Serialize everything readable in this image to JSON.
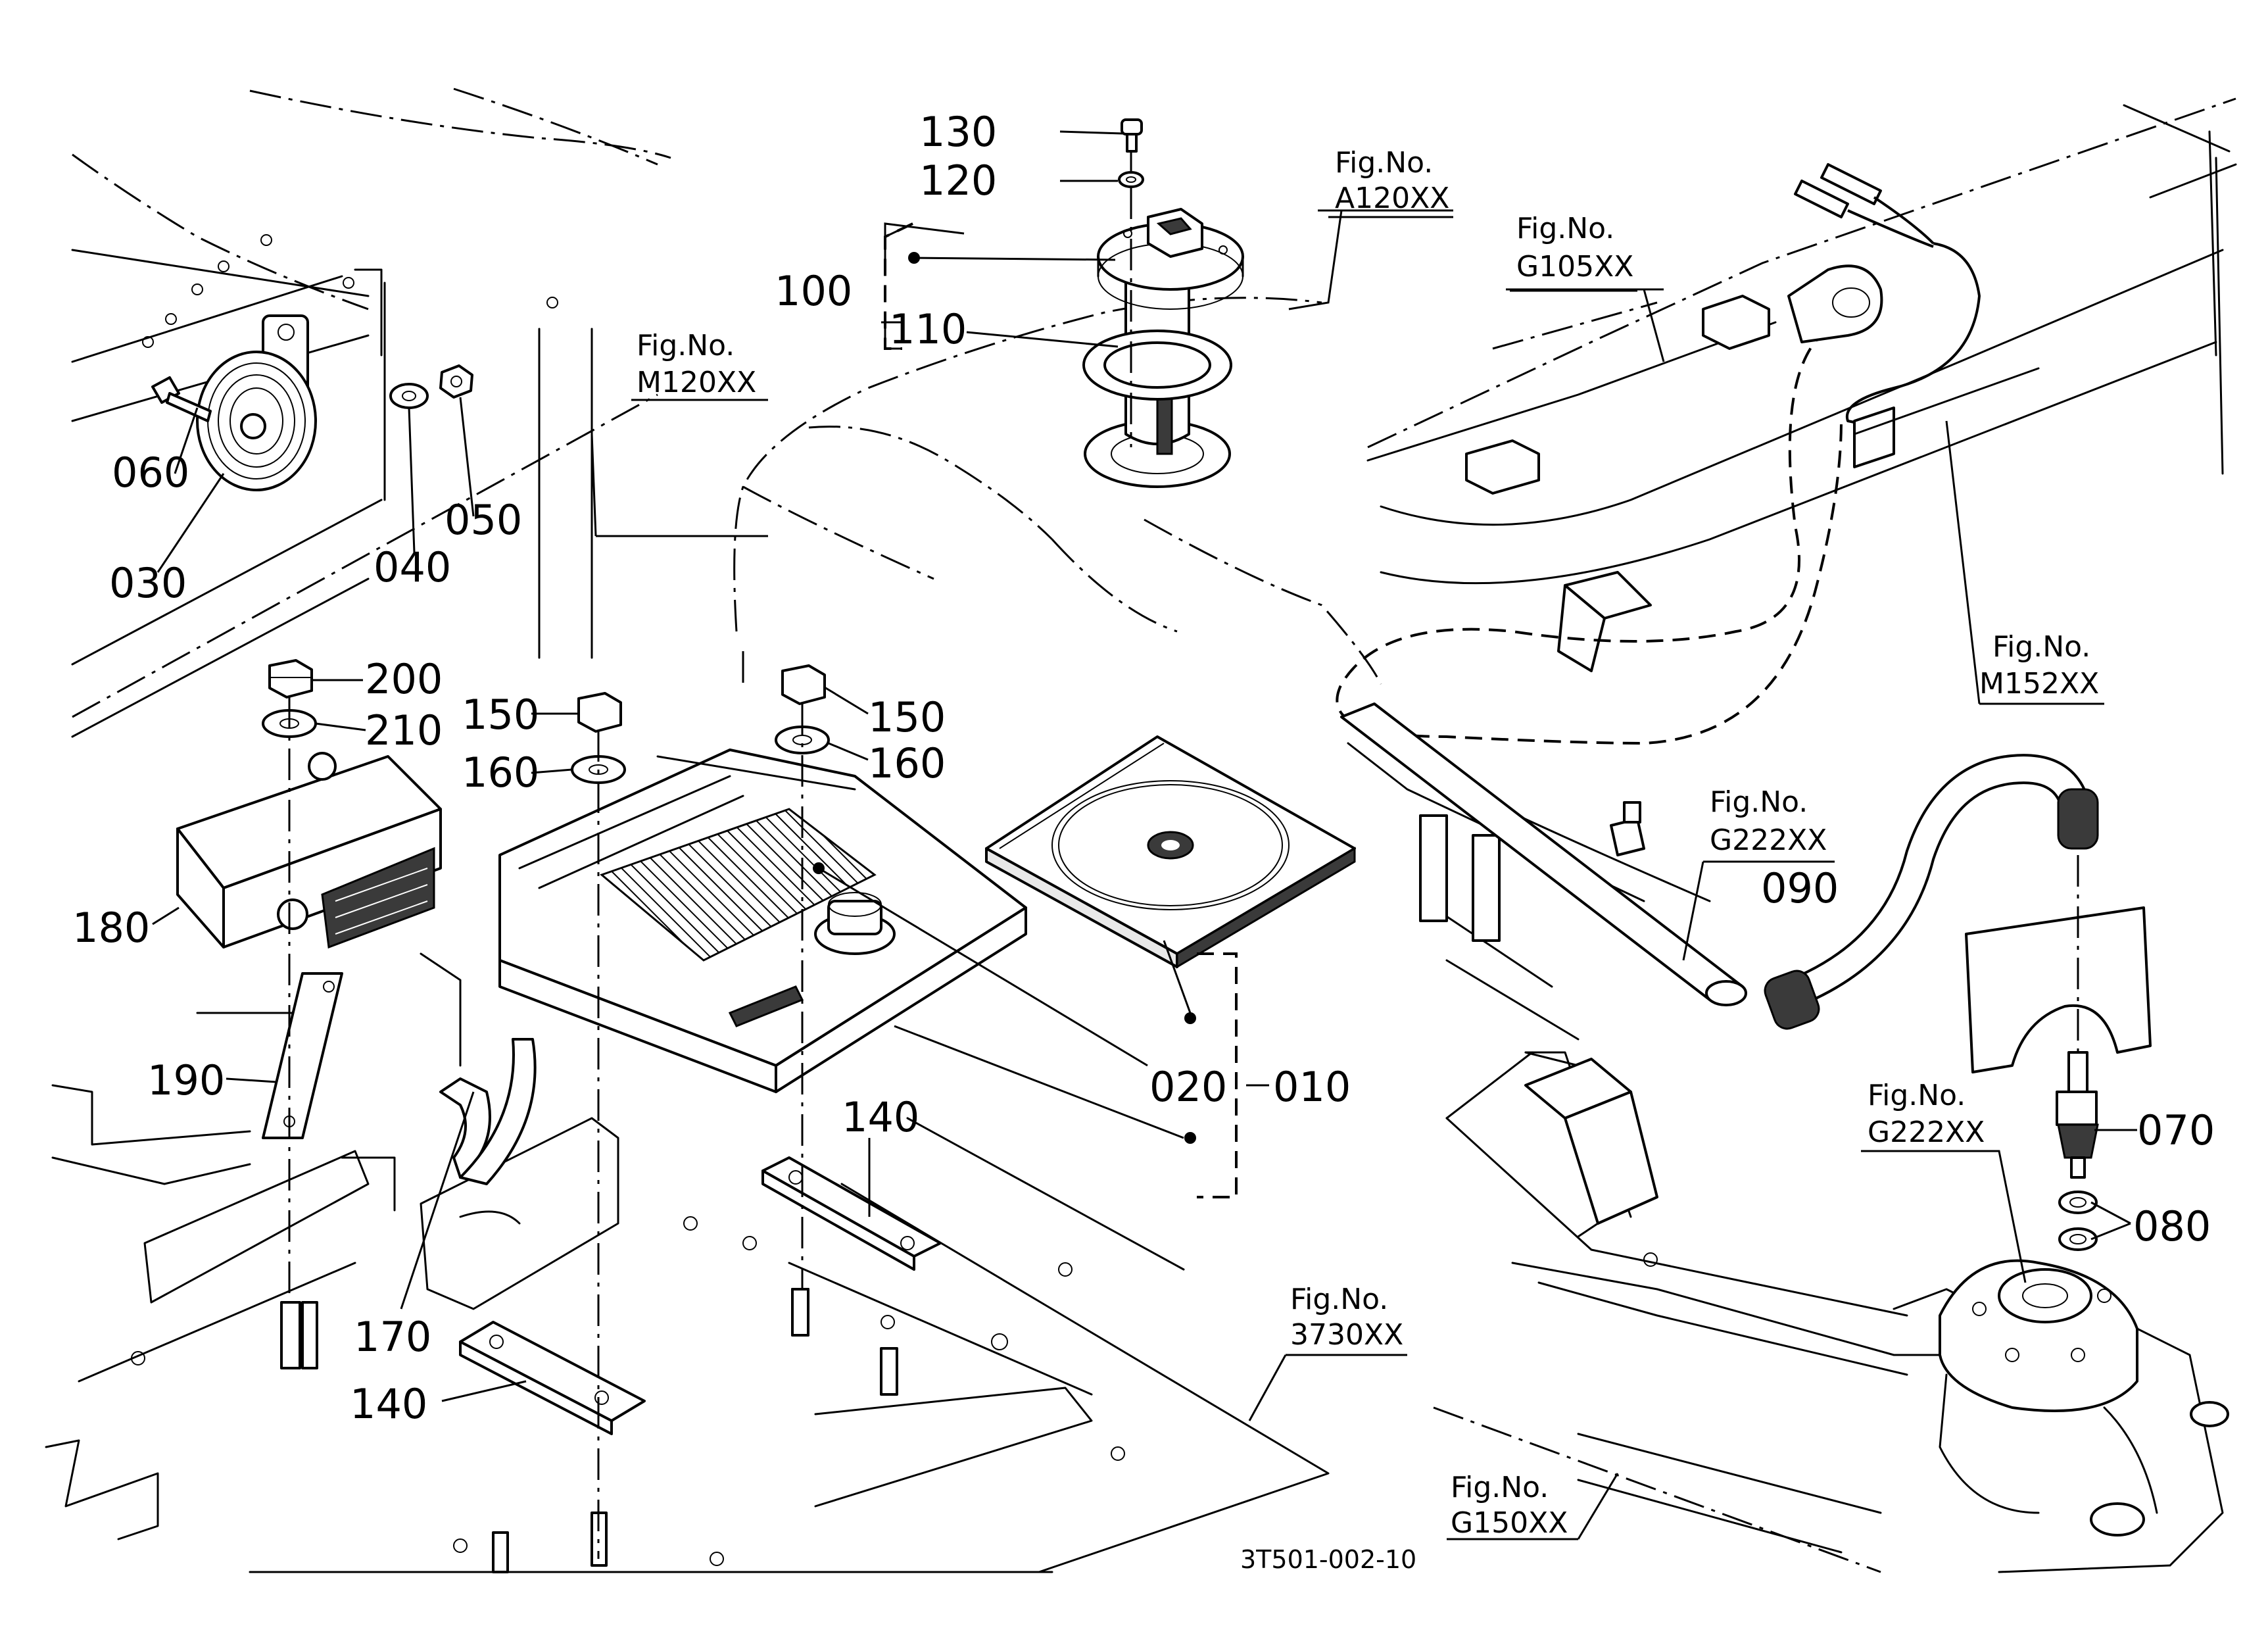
{
  "parts": {
    "p010": "010",
    "p020": "020",
    "p030": "030",
    "p040": "040",
    "p050": "050",
    "p060": "060",
    "p070": "070",
    "p080": "080",
    "p090": "090",
    "p100": "100",
    "p110": "110",
    "p120": "120",
    "p130": "130",
    "p140": "140",
    "p150": "150",
    "p160": "160",
    "p170": "170",
    "p180": "180",
    "p190": "190",
    "p200": "200",
    "p210": "210"
  },
  "figure_prefix": "Fig.No.",
  "figure_refs": {
    "a120": "A120XX",
    "m120": "M120XX",
    "g105": "G105XX",
    "m152": "M152XX",
    "g222": "G222XX",
    "r3730": "3730XX",
    "g150": "G150XX"
  },
  "drawing_number": "3T501-002-10"
}
